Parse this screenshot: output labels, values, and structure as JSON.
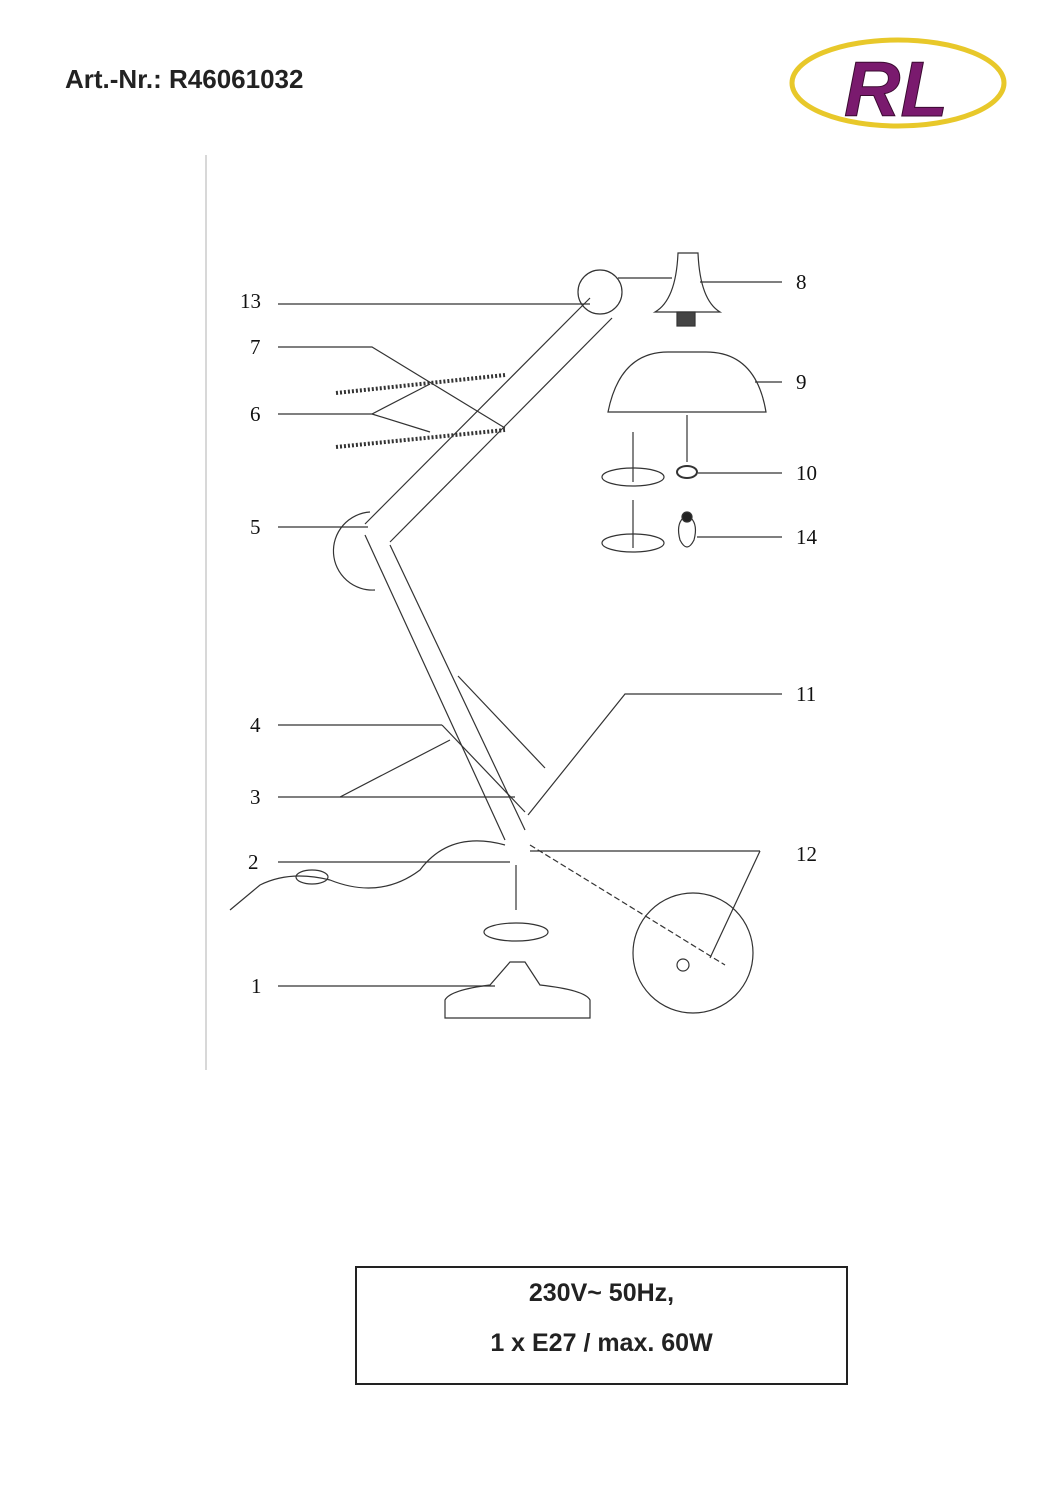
{
  "header": {
    "article_number": "Art.-Nr.: R46061032"
  },
  "logo": {
    "text": "RL",
    "colors": {
      "ring": "#e8c82a",
      "letters": "#7a1a6e"
    }
  },
  "diagram": {
    "labels": {
      "p1": "1",
      "p2": "2",
      "p3": "3",
      "p4": "4",
      "p5": "5",
      "p6": "6",
      "p7": "7",
      "p8": "8",
      "p9": "9",
      "p10": "10",
      "p11": "11",
      "p12": "12",
      "p13": "13",
      "p14": "14"
    }
  },
  "spec": {
    "line1": "230V~ 50Hz,",
    "line2": "1 x E27 / max. 60W"
  }
}
